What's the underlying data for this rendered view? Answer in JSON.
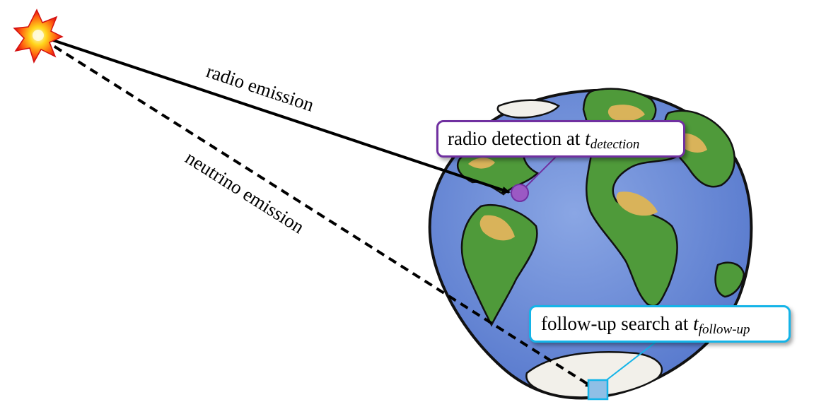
{
  "labels": {
    "radio_path": "radio emission",
    "neutrino_path": "neutrino emission"
  },
  "callouts": {
    "radio_detection": {
      "text": "radio detection at ",
      "var": "t",
      "subscript": "detection"
    },
    "follow_up": {
      "text": "follow-up search at ",
      "var": "t",
      "subscript": "follow-up"
    }
  },
  "icons": {
    "source": "starburst-icon",
    "earth": "earth-globe-icon",
    "radio_detector": "circle-marker-icon",
    "neutrino_detector": "square-marker-icon"
  },
  "colors": {
    "radio_callout_border": "#7030a0",
    "radio_marker": "#9b59c4",
    "follow_callout_border": "#14b4e8",
    "neutrino_marker": "#8fbfe6",
    "ocean": "#6f8ed8",
    "land": "#4f9a3a",
    "desert": "#d9b35a"
  }
}
